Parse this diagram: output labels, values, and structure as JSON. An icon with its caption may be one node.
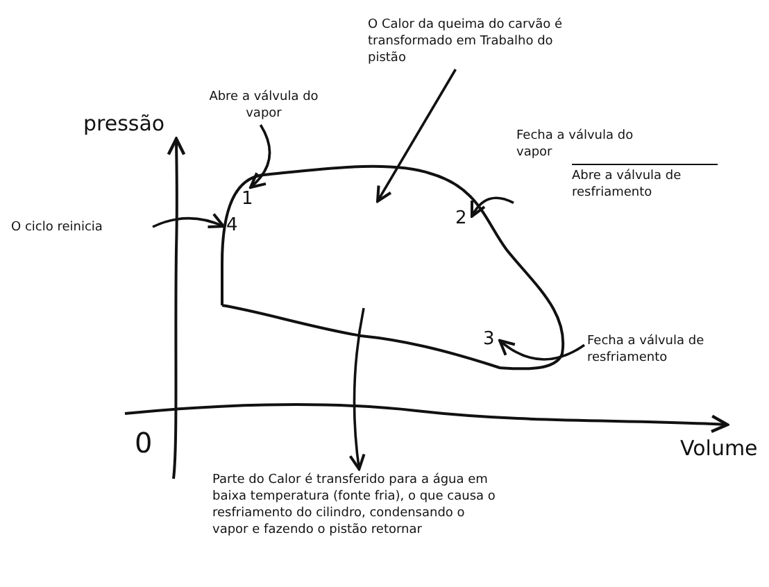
{
  "diagram": {
    "nodes": [
      {
        "text": [
          "O Calor da queima do carvão é transformado em Trabalho do pistão"
        ]
      },
      {
        "text": [
          "Abre a válvula do vapor"
        ]
      },
      {
        "text": [
          "Fecha a válvula do vapor",
          "Abre a válvula de resfriamento"
        ]
      },
      {
        "text": [
          "O ciclo reinicia"
        ]
      },
      {
        "text": [
          "1"
        ]
      },
      {
        "text": [
          "4"
        ]
      },
      {
        "text": [
          "2"
        ]
      },
      {
        "text": [
          "3"
        ]
      },
      {
        "text": [
          "Fecha a válvula de resfriamento"
        ]
      },
      {
        "text": [
          "Parte do Calor é transferido para a água em baixa temperatura (fonte fria), o que causa o resfriamento do cilindro, condensando o vapor e fazendo o pistão retornar"
        ]
      }
    ],
    "edges": [
      {
        "from": 0,
        "to": null,
        "arrow": "to"
      },
      {
        "from": 1,
        "to": 4,
        "arrow": "to"
      },
      {
        "from": 3,
        "to": 5,
        "arrow": "to"
      },
      {
        "from": 2,
        "to": 6,
        "arrow": "to"
      },
      {
        "from": 8,
        "to": 7,
        "arrow": "to"
      },
      {
        "from": null,
        "to": 9,
        "arrow": "to"
      }
    ],
    "labels": [
      "pressão",
      "0",
      "Volume"
    ]
  }
}
